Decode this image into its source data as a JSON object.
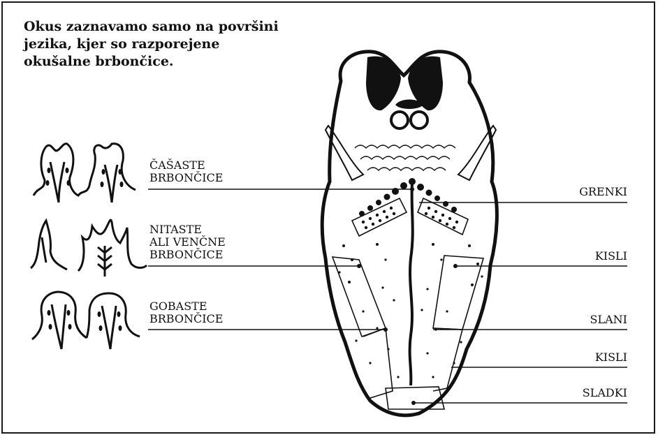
{
  "title_lines": [
    "Okus zaznavamo samo na površini",
    "jezika, kjer so razporejene",
    "okušalne brbončice."
  ],
  "papilla_types": [
    {
      "lines": [
        "ČAŠASTE",
        "BRBONČICE"
      ]
    },
    {
      "lines": [
        "NITASTE",
        "ALI VENČNE",
        "BRBONČICE"
      ]
    },
    {
      "lines": [
        "GOBASTE",
        "BRBONČICE"
      ]
    }
  ],
  "taste_zones": [
    "GRENKI",
    "KISLI",
    "SLANI",
    "KISLI",
    "SLADKI"
  ],
  "colors": {
    "ink": "#111111",
    "background": "#ffffff"
  }
}
